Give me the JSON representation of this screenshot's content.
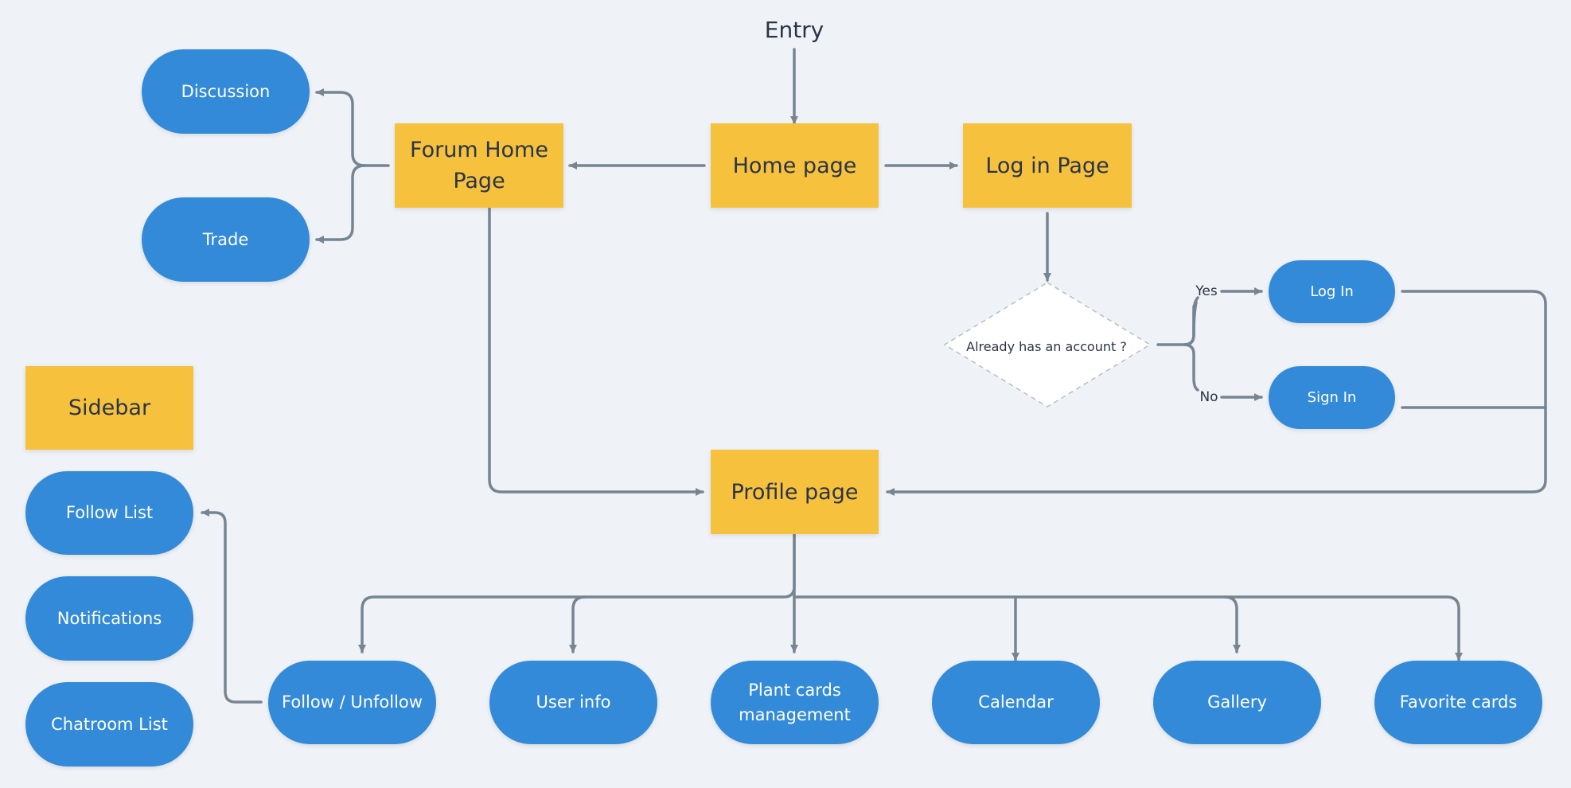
{
  "colors": {
    "background": "#eff3f7",
    "page_box": "#f6c23e",
    "action_pill": "#338ad9",
    "connector": "#778592",
    "text_dark": "#2b3446",
    "text_light": "#ffffff"
  },
  "entry_label": "Entry",
  "pages": {
    "home": "Home page",
    "forum_home": "Forum Home Page",
    "login_page": "Log in Page",
    "profile": "Profile page",
    "sidebar": "Sidebar"
  },
  "decision": {
    "question": "Already has an account ?",
    "yes_label": "Yes",
    "no_label": "No"
  },
  "auth_actions": {
    "log_in": "Log In",
    "sign_in": "Sign In"
  },
  "forum_actions": {
    "discussion": "Discussion",
    "trade": "Trade"
  },
  "sidebar_items": {
    "follow_list": "Follow List",
    "notifications": "Notifications",
    "chatroom_list": "Chatroom List"
  },
  "profile_actions": {
    "follow_unfollow": "Follow / Unfollow",
    "user_info": "User info",
    "plant_cards": "Plant cards management",
    "calendar": "Calendar",
    "gallery": "Gallery",
    "favorite_cards": "Favorite cards"
  }
}
